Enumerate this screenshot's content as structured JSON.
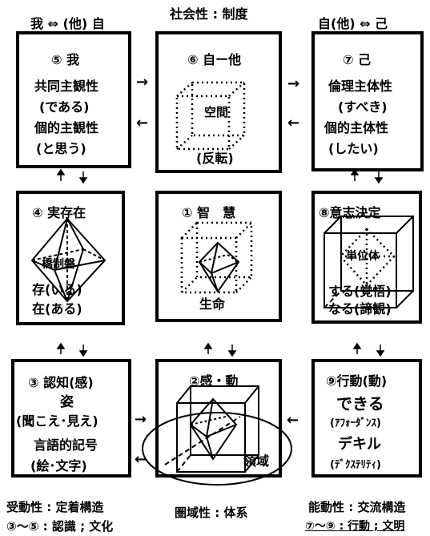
{
  "header": {
    "left": "我 ⇔ (他) 自",
    "center": "社会性 : 制度",
    "right": "自(他) ⇔ 己"
  },
  "boxes": {
    "b5": {
      "title": "⑤ 我",
      "lines": [
        "共同主観性",
        "(である)",
        "個的主観性",
        "(と思う)"
      ]
    },
    "b6": {
      "title": "⑥ 自ー他",
      "label": "空間",
      "caption": "(反転)"
    },
    "b7": {
      "title": "⑦ 己",
      "lines": [
        "倫理主体性",
        "(すべき)",
        "個的主体性",
        "(したい)"
      ]
    },
    "b4": {
      "title": "④ 実存在",
      "label": "橋制磐",
      "lines": [
        "存(いる)",
        "在(ある)"
      ]
    },
    "b1": {
      "title": "① 智　慧",
      "caption": "生命"
    },
    "b8": {
      "title": "⑧意志決定",
      "label": "単位体",
      "lines": [
        "する(覚悟)",
        "なる(諦観)"
      ]
    },
    "b3": {
      "title": "③ 認知(感)",
      "lines": [
        "姿",
        "(聞こえ･見え)",
        "言語的記号",
        "(絵･文字)"
      ]
    },
    "b2": {
      "title": "②感・動",
      "label": "領域"
    },
    "b9": {
      "title": "⑨行動(動)",
      "lines": [
        "できる",
        "(ｱﾌｫｰﾀﾞﾝｽ)",
        "デキル",
        "(ﾃﾞｸｽﾃﾘﾃｨ)"
      ]
    }
  },
  "footer": {
    "left": [
      "受動性 : 定着構造",
      "③〜⑤ : 認識 ; 文化"
    ],
    "center": "圏域性 : 体系",
    "right": [
      "能動性 : 交流構造",
      "⑦〜⑨ : 行動 ; 文明"
    ]
  },
  "arrows": {
    "right": "→",
    "left": "←"
  }
}
